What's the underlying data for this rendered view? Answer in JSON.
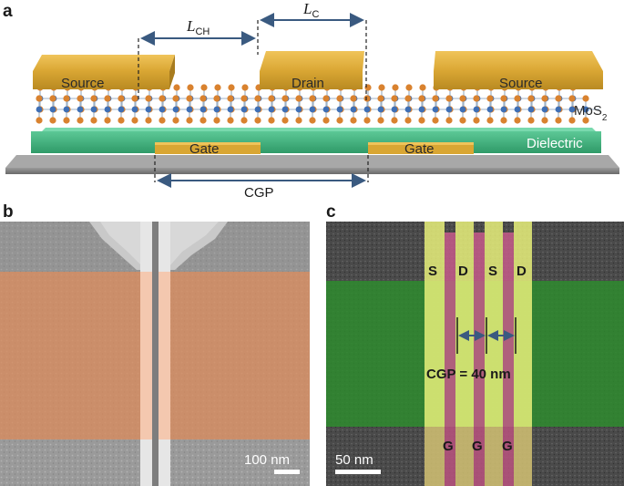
{
  "panels": {
    "a": "a",
    "b": "b",
    "c": "c"
  },
  "schematic": {
    "source_left": "Source",
    "drain": "Drain",
    "source_right": "Source",
    "material_base": "MoS",
    "material_sub": "2",
    "dielectric": "Dielectric",
    "gate_left": "Gate",
    "gate_right": "Gate",
    "lch_main": "L",
    "lch_sub": "CH",
    "lc_main": "L",
    "lc_sub": "C",
    "cgp": "CGP"
  },
  "sem_b": {
    "scale_bar": "100 nm"
  },
  "sem_c": {
    "top_labels": [
      "S",
      "D",
      "S",
      "D"
    ],
    "gate_labels": [
      "G",
      "G",
      "G"
    ],
    "cgp_label": "CGP = 40 nm",
    "scale_bar": "50 nm"
  },
  "colors": {
    "gold": "#d9a633",
    "dielectric_green": "#3fb07c",
    "mos2_blue": "#3f6fb5",
    "mos2_orange": "#d9822f",
    "overlay_orange": "#d98a5c",
    "overlay_green": "#2e8b2e",
    "overlay_yellow": "#e8f07a",
    "overlay_pink": "#c65a8a",
    "arrow_blue": "#3a5a80"
  }
}
